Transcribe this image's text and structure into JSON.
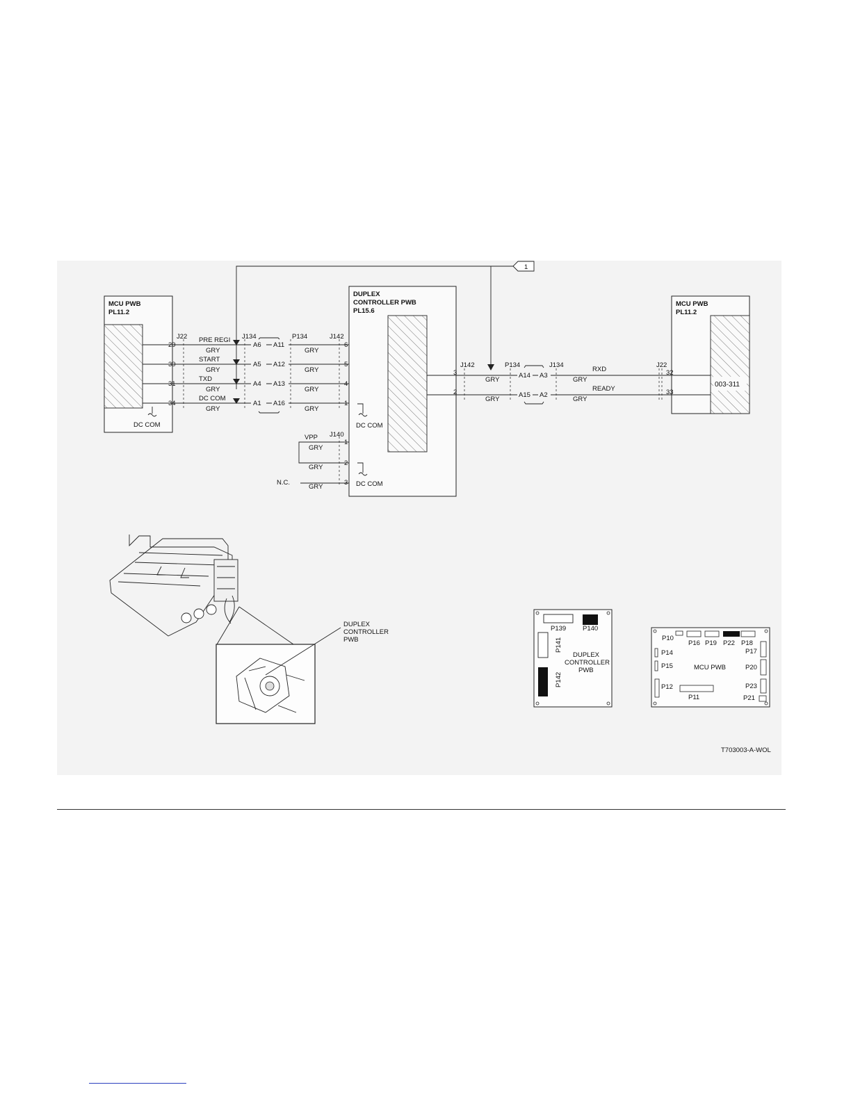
{
  "diagram": {
    "flag": "1",
    "mcu_left": {
      "title": "MCU PWB",
      "plref": "PL11.2",
      "dc_com": "DC COM"
    },
    "duplex": {
      "title1": "DUPLEX",
      "title2": "CONTROLLER PWB",
      "plref": "PL15.6"
    },
    "mcu_right": {
      "title": "MCU PWB",
      "plref": "PL11.2",
      "code": "003-311"
    },
    "connectors": {
      "j22": "J22",
      "j134": "J134",
      "p134": "P134",
      "j142": "J142",
      "j140": "J140"
    },
    "signals": [
      "PRE REGI",
      "START",
      "TXD",
      "DC COM"
    ],
    "j22_pins": [
      "29",
      "30",
      "31",
      "34"
    ],
    "j134_pins": [
      "A6",
      "A5",
      "A4",
      "A1"
    ],
    "p134_pins": [
      "A11",
      "A12",
      "A13",
      "A16"
    ],
    "j142_pins": [
      "6",
      "5",
      "4",
      "1"
    ],
    "wire_color": "GRY",
    "dc_com": "DC COM",
    "j140": {
      "signal": "VPP",
      "pins": [
        "1",
        "2",
        "3"
      ],
      "nc": "N.C."
    },
    "right_signals": [
      "RXD",
      "READY"
    ],
    "right_j142_pins": [
      "3",
      "2"
    ],
    "right_p134_pins": [
      "A14",
      "A15"
    ],
    "right_j134_pins": [
      "A3",
      "A2"
    ],
    "right_j22_pins": [
      "32",
      "33"
    ],
    "location_label": [
      "DUPLEX",
      "CONTROLLER",
      "PWB"
    ],
    "duplex_board": {
      "connectors": [
        "P139",
        "P140",
        "P141",
        "P142"
      ],
      "label": [
        "DUPLEX",
        "CONTROLLER",
        "PWB"
      ]
    },
    "mcu_board": {
      "connectors": [
        "P10",
        "P16",
        "P19",
        "P22",
        "P18",
        "P14",
        "P17",
        "P15",
        "P20",
        "P12",
        "P23",
        "P11",
        "P21"
      ],
      "label": "MCU PWB"
    },
    "figure_id": "T703003-A-WOL"
  }
}
